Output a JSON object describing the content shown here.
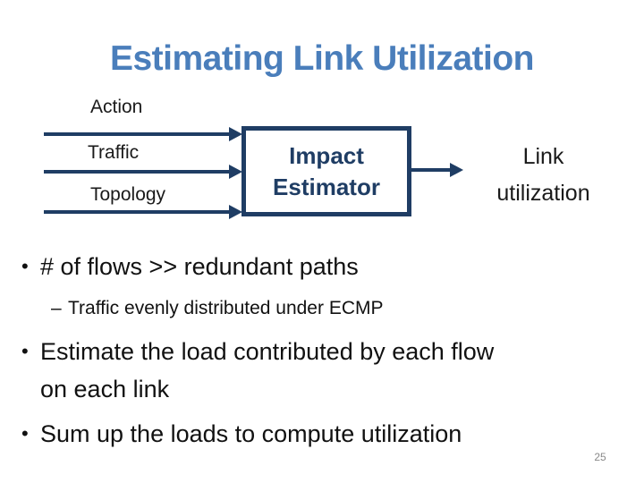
{
  "slide": {
    "title": "Estimating Link Utilization",
    "page_number": "25"
  },
  "diagram": {
    "inputs": [
      {
        "label": "Action"
      },
      {
        "label": "Traffic"
      },
      {
        "label": "Topology"
      }
    ],
    "box": {
      "lines": [
        "Impact",
        "Estimator"
      ]
    },
    "output": {
      "lines": [
        "Link",
        "utilization"
      ]
    }
  },
  "bullets": [
    {
      "marker": "•",
      "level": 1,
      "lines": [
        "# of flows >> redundant paths"
      ]
    },
    {
      "marker": "–",
      "level": 2,
      "lines": [
        "Traffic evenly distributed under ECMP"
      ]
    },
    {
      "marker": "•",
      "level": 1,
      "lines": [
        "Estimate the load contributed by each flow",
        "on each link"
      ]
    },
    {
      "marker": "•",
      "level": 1,
      "lines": [
        "Sum up the loads to compute utilization"
      ]
    }
  ],
  "colors": {
    "title_blue": "#4a7ebb",
    "diagram_navy": "#1f3d64",
    "body_text": "#111111",
    "page_number_gray": "#898989"
  }
}
